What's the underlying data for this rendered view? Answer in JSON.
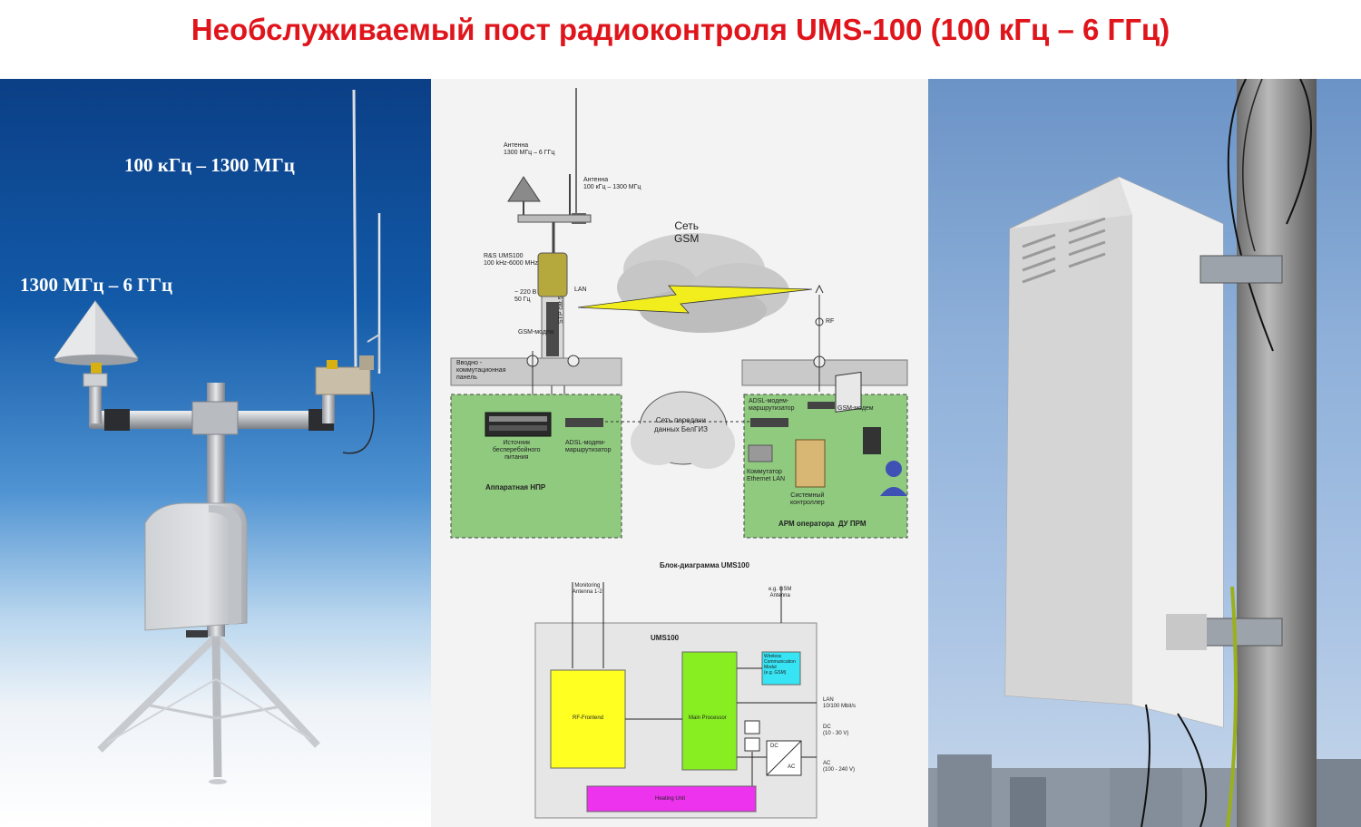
{
  "title": "Необслуживаемый пост радиоконтроля UMS-100 (100 кГц – 6 ГГц)",
  "left_photo": {
    "label_low_band": "100 кГц – 1300 МГц",
    "label_high_band": "1300 МГц – 6 ГГц"
  },
  "network_diagram": {
    "antenna_high": [
      "Антенна",
      "1300 МГц – 6 ГГц"
    ],
    "antenna_low": [
      "Антенна",
      "100 кГц – 1300 МГц"
    ],
    "gsm_cloud": [
      "Сеть",
      "GSM"
    ],
    "ums_label": [
      "R&S UMS100",
      "100 kHz-6000 MHz"
    ],
    "power": [
      "~ 220 В",
      "50 Гц"
    ],
    "lan": "LAN",
    "gsm_modem_left": "GSM-модем",
    "stp": "STP cat.5",
    "rf": "RF",
    "intro_panel": [
      "Вводно -",
      "коммутационная",
      "панель"
    ],
    "ups": [
      "Источник",
      "бесперебойного",
      "питания"
    ],
    "adsl_left": [
      "ADSL-модем-",
      "маршрутизатор"
    ],
    "hardware_npr": "Аппаратная НПР",
    "data_cloud": [
      "Сеть передачи",
      "данных БелГИЗ"
    ],
    "adsl_right": [
      "ADSL-модем-",
      "маршрутизатор"
    ],
    "gsm_modem_right": "GSM-модем",
    "switch": [
      "Коммутатор",
      "Ethernet LAN"
    ],
    "sys_controller": [
      "Системный",
      "контроллер"
    ],
    "arm_operator": "АРМ оператора  ДУ ПРМ"
  },
  "block_diagram": {
    "caption": "Блок-диаграмма UMS100",
    "monitoring_antenna": [
      "Monitoring",
      "Antenna 1-2"
    ],
    "gsm_antenna": [
      "e.g. GSM",
      "Antenna"
    ],
    "frame_label": "UMS100",
    "wireless_module": [
      "Wireless",
      "Communication",
      "Modul",
      "(e.g. GSM)"
    ],
    "rf_frontend": "RF-Frontend",
    "main_processor": "Main Processor",
    "lan": [
      "LAN",
      "10/100 Mbit/s"
    ],
    "dc": [
      "DC",
      "(10 - 30 V)"
    ],
    "ac": [
      "AC",
      "(100 - 240 V)"
    ],
    "dc_label": "DC",
    "ac_label": "AC",
    "heating_unit": "Heating Unit"
  }
}
